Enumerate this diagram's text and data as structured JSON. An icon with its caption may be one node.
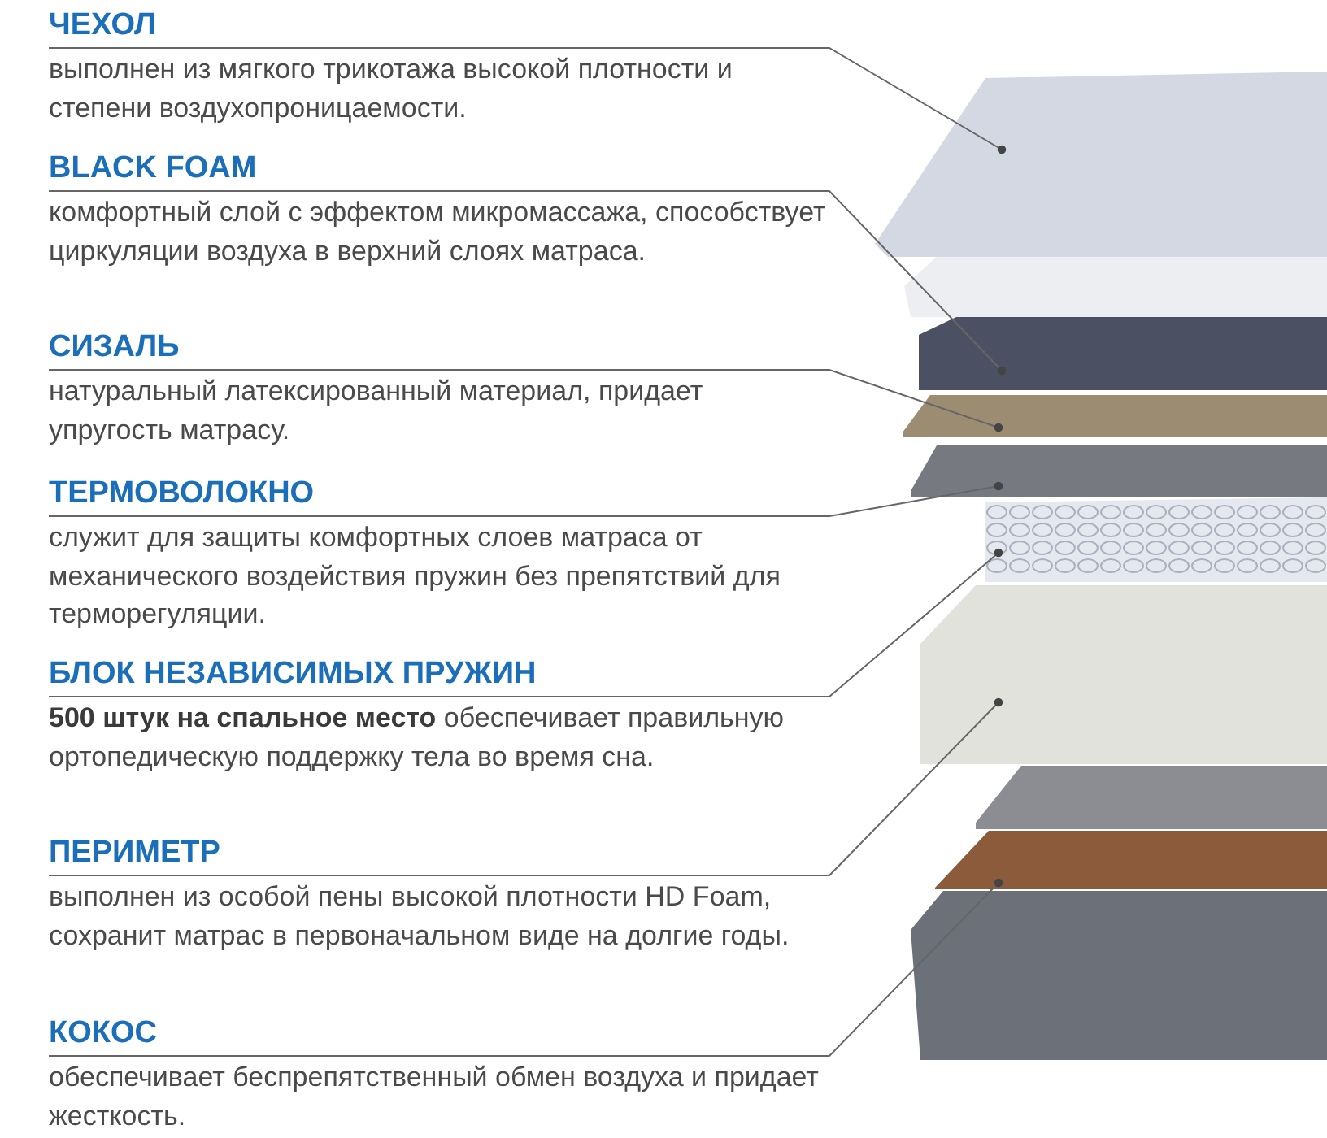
{
  "diagram": {
    "nodes": [
      {
        "text": [
          "ЧЕХОЛ",
          "выполнен из мягкого трикотажа высокой плотности и степени воздухопроницаемости."
        ]
      },
      {
        "text": [
          "BLACK FOAM",
          "комфортный слой с эффектом микромассажа, способствует циркуляции воздуха в верхний слоях матраса."
        ]
      },
      {
        "text": [
          "СИЗАЛЬ",
          "натуральный латексированный материал, придает упругость матрасу."
        ]
      },
      {
        "text": [
          "ТЕРМОВОЛОКНО",
          "служит для защиты комфортных слоев матраса от механического воздействия пружин без препятствий для терморегуляции."
        ]
      },
      {
        "text": [
          "БЛОК НЕЗАВИСИМЫХ ПРУЖИН",
          "**500 штук на спальное место** обеспечивает правильную ортопедическую поддержку тела во время сна."
        ]
      },
      {
        "text": [
          "ПЕРИМЕТР",
          "выполнен из особой пены высокой плотности HD Foam, сохранит матрас в первоначальном виде на долгие годы."
        ]
      },
      {
        "text": [
          "КОКОС",
          "обеспечивает беспрепятственный обмен воздуха и придает жесткость."
        ]
      },
      {
        "text": [],
        "shape": "box"
      },
      {
        "text": [],
        "shape": "box"
      },
      {
        "text": [],
        "shape": "box"
      },
      {
        "text": [],
        "shape": "box"
      },
      {
        "text": [],
        "shape": "picture"
      },
      {
        "text": [],
        "shape": "box"
      },
      {
        "text": [],
        "shape": "box"
      }
    ],
    "edges": [
      {
        "from": 0,
        "to": 7,
        "arrow": "other"
      },
      {
        "from": 1,
        "to": 8,
        "arrow": "other"
      },
      {
        "from": 2,
        "to": 9,
        "arrow": "other"
      },
      {
        "from": 3,
        "to": 10,
        "arrow": "other"
      },
      {
        "from": 4,
        "to": 11,
        "arrow": "other"
      },
      {
        "from": 5,
        "to": 12,
        "arrow": "other"
      },
      {
        "from": 6,
        "to": 13,
        "arrow": "other"
      }
    ]
  }
}
